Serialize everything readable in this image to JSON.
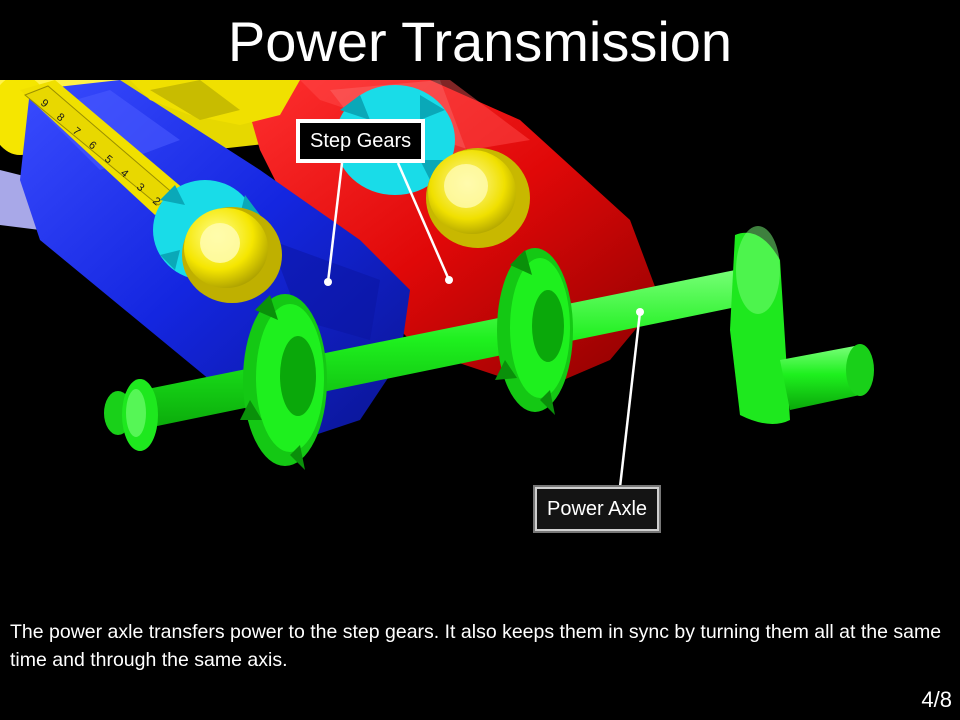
{
  "slide": {
    "title": "Power Transmission",
    "page_number": "4/8"
  },
  "labels": {
    "step_gears": "Step Gears",
    "power_axle": "Power Axle"
  },
  "description": "The power axle transfers power to the step gears.  It also keeps them in sync by turning them all at the same time and through the same axis.",
  "step_gear_digits": [
    "9",
    "8",
    "7",
    "6",
    "5",
    "4",
    "3",
    "2"
  ],
  "colors": {
    "background": "#000000",
    "blue_drum": "#1428e6",
    "red_drum": "#e60a0a",
    "yellow_drum": "#f5e600",
    "cyan_gear": "#19e6f0",
    "green_axle": "#19f019"
  }
}
